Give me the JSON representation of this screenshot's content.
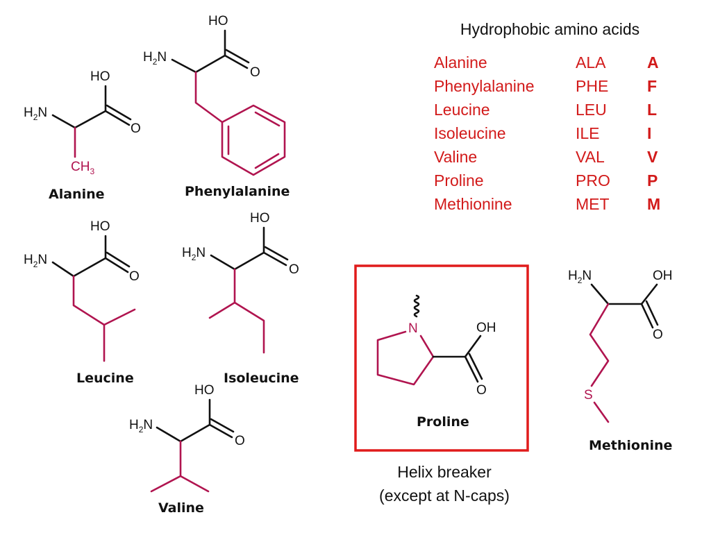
{
  "table": {
    "title": "Hydrophobic amino acids",
    "rows": [
      {
        "name": "Alanine",
        "abbr": "ALA",
        "code": "A"
      },
      {
        "name": "Phenylalanine",
        "abbr": "PHE",
        "code": "F"
      },
      {
        "name": "Leucine",
        "abbr": "LEU",
        "code": "L"
      },
      {
        "name": "Isoleucine",
        "abbr": "ILE",
        "code": "I"
      },
      {
        "name": "Valine",
        "abbr": "VAL",
        "code": "V"
      },
      {
        "name": "Proline",
        "abbr": "PRO",
        "code": "P"
      },
      {
        "name": "Methionine",
        "abbr": "MET",
        "code": "M"
      }
    ]
  },
  "labels": {
    "hydroxyl": "HO",
    "hydroxyl_alt": "OH",
    "amine_h": "H",
    "amine_sub": "2",
    "amine_n": "N",
    "oxygen": "O",
    "methyl_c": "CH",
    "methyl_sub": "3",
    "nitrogen": "N",
    "sulfur": "S"
  },
  "molecules": {
    "alanine": "Alanine",
    "phenylalanine": "Phenylalanine",
    "leucine": "Leucine",
    "isoleucine": "Isoleucine",
    "valine": "Valine",
    "proline": "Proline",
    "methionine": "Methionine"
  },
  "proline_note": {
    "line1": "Helix breaker",
    "line2": "(except at N-caps)"
  },
  "colors": {
    "backbone": "#111111",
    "side_chain": "#b0144f",
    "table_text": "#d21a1a",
    "box_border": "#e01b1b"
  }
}
